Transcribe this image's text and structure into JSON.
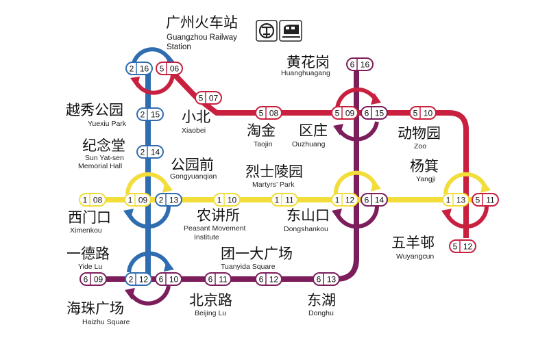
{
  "colors": {
    "line1": "#F2DD3A",
    "line2": "#2F6DB0",
    "line5": "#C8203E",
    "line6": "#7C1D5C",
    "badge_border": "#555555"
  },
  "icons": [
    "railway-logo-icon",
    "train-icon"
  ],
  "stations": {
    "guangzhou_railway": {
      "cn": "广州火车站",
      "en1": "Guangzhou Railway",
      "en2": "Station"
    },
    "huanghuagang": {
      "cn": "黄花岗",
      "en": "Huanghuagang"
    },
    "yuexiu_park": {
      "cn": "越秀公园",
      "en": "Yuexiu Park"
    },
    "xiaobei": {
      "cn": "小北",
      "en": "Xiaobei"
    },
    "taojin": {
      "cn": "淘金",
      "en": "Taojin"
    },
    "ouzhuang": {
      "cn": "区庄",
      "en": "Ouzhuang"
    },
    "zoo": {
      "cn": "动物园",
      "en": "Zoo"
    },
    "memorial_hall": {
      "cn": "纪念堂",
      "en1": "Sun Yat-sen",
      "en2": "Memorial Hall"
    },
    "gongyuanqian": {
      "cn": "公园前",
      "en": "Gongyuanqian"
    },
    "martyrs_park": {
      "cn": "烈士陵园",
      "en": "Martyrs’ Park"
    },
    "yangji": {
      "cn": "杨箕",
      "en": "Yangji"
    },
    "ximenkou": {
      "cn": "西门口",
      "en": "Ximenkou"
    },
    "peasant": {
      "cn": "农讲所",
      "en1": "Peasant Movement",
      "en2": "Institute"
    },
    "dongshankou": {
      "cn": "东山口",
      "en": "Dongshankou"
    },
    "wuyangcun": {
      "cn": "五羊邨",
      "en": "Wuyangcun"
    },
    "yide_lu": {
      "cn": "一德路",
      "en": "Yide Lu"
    },
    "tuanyida": {
      "cn": "团一大广场",
      "en": "Tuanyida Square"
    },
    "haizhu_square": {
      "cn": "海珠广场",
      "en": "Haizhu Square"
    },
    "beijing_lu": {
      "cn": "北京路",
      "en": "Beijing Lu"
    },
    "donghu": {
      "cn": "东湖",
      "en": "Donghu"
    }
  },
  "codes": {
    "gzr_l2": [
      "2",
      "16"
    ],
    "gzr_l5": [
      "5",
      "06"
    ],
    "hhg_l6": [
      "6",
      "16"
    ],
    "yxp_l2": [
      "2",
      "15"
    ],
    "xb_l5": [
      "5",
      "07"
    ],
    "tj_l5": [
      "5",
      "08"
    ],
    "oz_l5": [
      "5",
      "09"
    ],
    "oz_l6": [
      "6",
      "15"
    ],
    "zoo_l5": [
      "5",
      "10"
    ],
    "mh_l2": [
      "2",
      "14"
    ],
    "xmk_l1": [
      "1",
      "08"
    ],
    "gyq_l1": [
      "1",
      "09"
    ],
    "gyq_l2": [
      "2",
      "13"
    ],
    "njs_l1": [
      "1",
      "10"
    ],
    "lsly_l1": [
      "1",
      "11"
    ],
    "dsk_l1": [
      "1",
      "12"
    ],
    "dsk_l6": [
      "6",
      "14"
    ],
    "yj_l1": [
      "1",
      "13"
    ],
    "yj_l5": [
      "5",
      "11"
    ],
    "wyc_l5": [
      "5",
      "12"
    ],
    "ydl_l6": [
      "6",
      "09"
    ],
    "hzs_l2": [
      "2",
      "12"
    ],
    "hzs_l6": [
      "6",
      "10"
    ],
    "bjl_l6": [
      "6",
      "11"
    ],
    "tyd_l6": [
      "6",
      "12"
    ],
    "dh_l6": [
      "6",
      "13"
    ]
  }
}
